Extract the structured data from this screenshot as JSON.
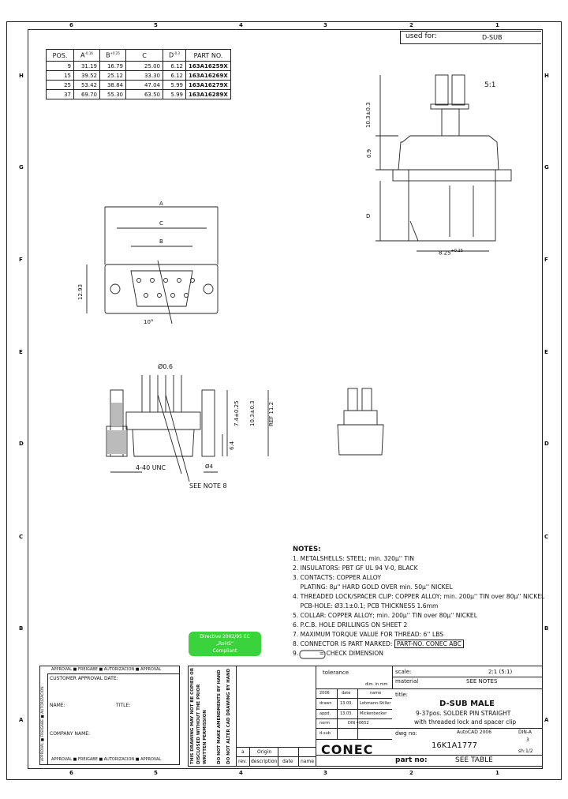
{
  "used_for": {
    "label": "used for:",
    "value": "D-SUB"
  },
  "column_zones": [
    "6",
    "5",
    "4",
    "3",
    "2",
    "1"
  ],
  "row_zones": [
    "H",
    "G",
    "F",
    "E",
    "D",
    "C",
    "B",
    "A"
  ],
  "table": {
    "headers": [
      "POS.",
      "A",
      "B",
      "C",
      "D",
      "PART NO."
    ],
    "header_tol": [
      "-0.16",
      "+0.25",
      "",
      "-0.3",
      ""
    ],
    "rows": [
      [
        "9",
        "31.19",
        "16.79",
        "25.00",
        "6.12",
        "163A16259X"
      ],
      [
        "15",
        "39.52",
        "25.12",
        "33.30",
        "6.12",
        "163A16269X"
      ],
      [
        "25",
        "53.42",
        "38.84",
        "47.04",
        "5.99",
        "163A16279X"
      ],
      [
        "37",
        "69.70",
        "55.30",
        "63.50",
        "5.99",
        "163A16289X"
      ]
    ]
  },
  "dimensions": {
    "scale_note": "5:1",
    "h_10_3": "10.3±0.3",
    "h_0_9": "0.9",
    "d": "D",
    "w_8_25": "8.25",
    "w_8_25_tol": "+0.25",
    "a": "A",
    "b": "B",
    "c": "C",
    "h_12_93": "12.93",
    "angle": "10°",
    "pin_dia": "Ø0.6",
    "thread": "4-40 UNC",
    "see_note": "SEE NOTE 8",
    "d4": "Ø4",
    "h_6_4": "6.4",
    "h_7_4": "7.4±0.25",
    "h_10_3b": "10.3±0.3",
    "ref": "REF 11.2"
  },
  "notes": {
    "title": "NOTES:",
    "lines": [
      "1. METALSHELLS: STEEL; min. 320µ'' TIN",
      "2. INSULATORS: PBT GF UL 94 V-0, BLACK",
      "3. CONTACTS: COPPER ALLOY",
      "    PLATING: 8µ'' HARD GOLD OVER min. 50µ'' NICKEL",
      "4. THREADED LOCK/SPACER CLIP: COPPER ALLOY; min. 200µ'' TIN over 80µ'' NICKEL",
      "    PCB-HOLE: Ø3.1±0.1; PCB THICKNESS 1.6mm",
      "5. COLLAR: COPPER ALLOY; min. 200µ'' TIN over 80µ'' NICKEL",
      "6. P.C.B. HOLE DRILLINGS ON SHEET 2",
      "7. MAXIMUM TORQUE VALUE FOR THREAD: 6'' LBS",
      "8. CONNECTOR IS PART MARKED: ",
      "9.           = CHECK DIMENSION"
    ],
    "marking": "PART-NO.  CONEC  ABC"
  },
  "rohs": {
    "line1": "Directive 2002/95 EC",
    "line2": "„RoHS“",
    "line3": "Compliant"
  },
  "approval": {
    "header": "APPROVAL  ■  FREIGABE  ■  AUTORIZACION  ■  APPROVAL",
    "customer": "CUSTOMER APPROVAL DATE:",
    "name": "NAME:",
    "title": "TITLE:",
    "company": "COMPANY NAME:",
    "side": "APPROVAL ■ FREIGABE ■ AUTORIZACION"
  },
  "legal": {
    "l1": "THIS DRAWING MAY NOT BE COPIED OR",
    "l2": "DISCLOSED WITHOUT THE PRIOR",
    "l3": "WRITTEN PERMISSION",
    "l4": "DO NOT MAKE AMENDMENTS BY HAND",
    "l5": "DO NOT ALTER CAD DRAWING BY HAND"
  },
  "revision": {
    "rev": "rev.",
    "desc": "description",
    "date": "date",
    "name": "name",
    "a": "a",
    "origin": "Origin"
  },
  "titleblock": {
    "tolerance": "tolerance",
    "dim": "dim. in mm",
    "scale_lbl": "scale:",
    "scale_val": "2:1 (5:1)",
    "material_lbl": "material",
    "material_val": "SEE NOTES",
    "year": "2006",
    "date": "date",
    "name": "name",
    "drawn": "drawn",
    "drawn_date": "13.03.",
    "drawn_name": "Lohmann-Stiller",
    "appd": "appd.",
    "appd_date": "13.03.",
    "appd_name": "Mickenbecker",
    "norm": "norm",
    "norm_val": "DIN 40652",
    "state": "d-sub",
    "title_lbl": "title:",
    "title1": "D-SUB MALE",
    "title2": "9-37pos. SOLDER PIN STRAIGHT",
    "title3": "with threaded lock and spacer clip",
    "logo": "CONEC",
    "dwg_lbl": "dwg no:",
    "software": "AutoCAD 2006",
    "size": "DIN-A",
    "size2": "3",
    "dwg_no": "16K1A1777",
    "sheet": "sh:1/2",
    "part_lbl": "part no:",
    "part_val": "SEE TABLE"
  }
}
